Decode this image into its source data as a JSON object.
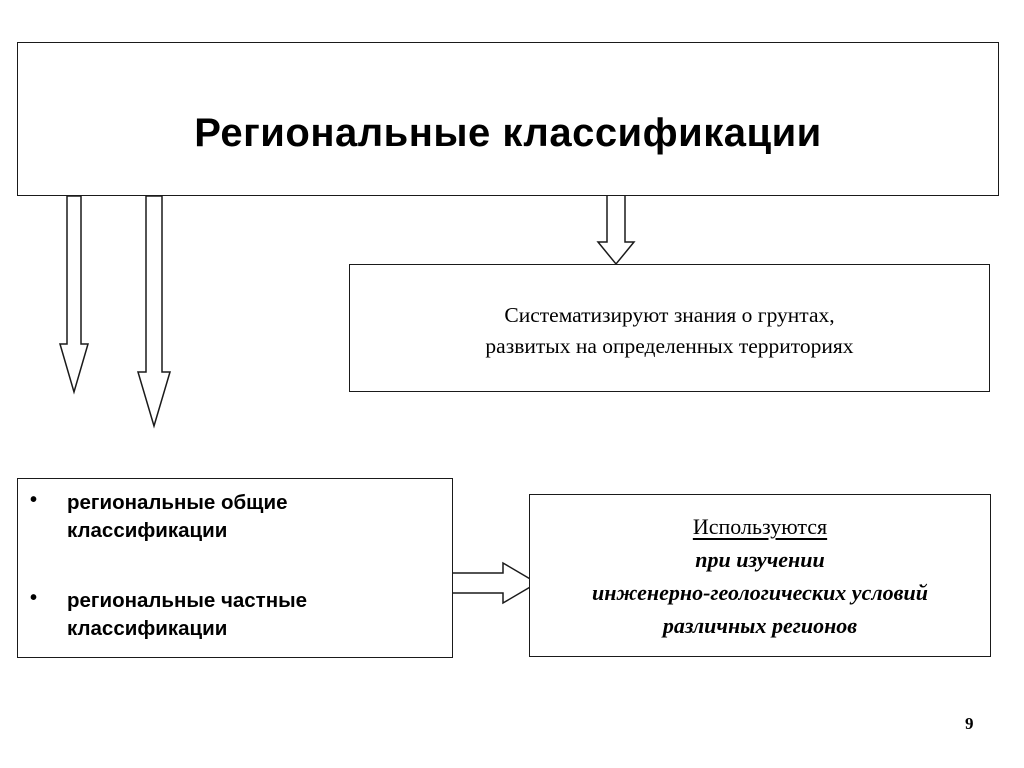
{
  "title": "Региональные классификации",
  "systematize": {
    "line1": "Систематизируют знания о грунтах,",
    "line2": "развитых на определенных территориях"
  },
  "types": {
    "bullet": "•",
    "items": [
      {
        "label": "региональные общие классификации"
      },
      {
        "label": "региональные частные классификации"
      }
    ]
  },
  "usage": {
    "heading": "Используются",
    "line1": "при изучении",
    "line2": "инженерно-геологических условий",
    "line3": "различных регионов"
  },
  "page_number": "9"
}
